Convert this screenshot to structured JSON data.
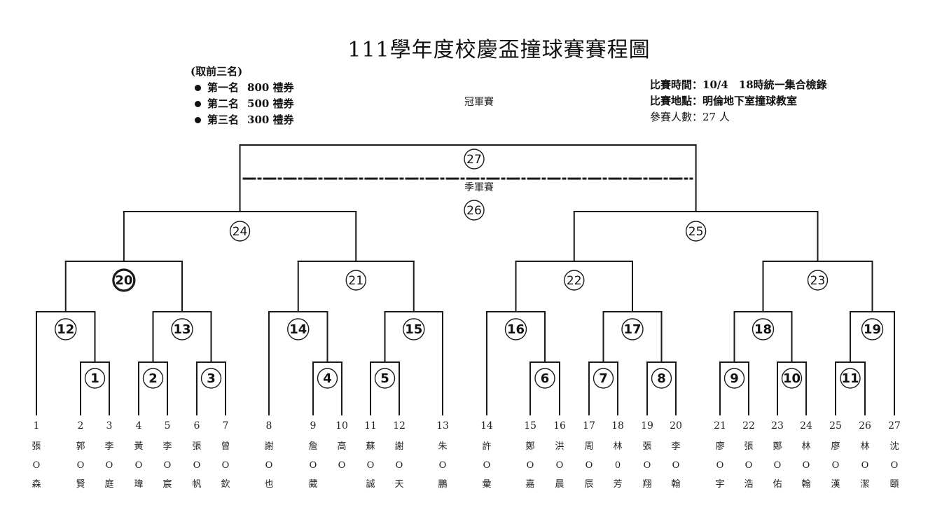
{
  "title": "111學年度校慶盃撞球賽賽程圖",
  "prizes": {
    "note": "(取前三名)",
    "items": [
      {
        "rank": "第一名",
        "amount": "800 禮券"
      },
      {
        "rank": "第二名",
        "amount": "500 禮券"
      },
      {
        "rank": "第三名",
        "amount": "300 禮券"
      }
    ]
  },
  "info": {
    "time_label": "比賽時間：10/4　18時統一集合檢錄",
    "place_label": "比賽地點：明倫地下室撞球教室",
    "count_label": "參賽人數：27 人"
  },
  "labels": {
    "final": "冠軍賽",
    "third_place": "季軍賽"
  },
  "matches": [
    "1",
    "2",
    "3",
    "4",
    "5",
    "6",
    "7",
    "8",
    "9",
    "10",
    "11",
    "12",
    "13",
    "14",
    "15",
    "16",
    "17",
    "18",
    "19",
    "20",
    "21",
    "22",
    "23",
    "24",
    "25",
    "26",
    "27"
  ],
  "players": [
    {
      "seed": "1",
      "name": [
        "張",
        "O",
        "森"
      ]
    },
    {
      "seed": "2",
      "name": [
        "郭",
        "O",
        "賢"
      ]
    },
    {
      "seed": "3",
      "name": [
        "李",
        "O",
        "庭"
      ]
    },
    {
      "seed": "4",
      "name": [
        "黃",
        "O",
        "瑋"
      ]
    },
    {
      "seed": "5",
      "name": [
        "李",
        "O",
        "宸"
      ]
    },
    {
      "seed": "6",
      "name": [
        "張",
        "O",
        "帆"
      ]
    },
    {
      "seed": "7",
      "name": [
        "曾",
        "O",
        "欽"
      ]
    },
    {
      "seed": "8",
      "name": [
        "謝",
        "O",
        "也"
      ]
    },
    {
      "seed": "9",
      "name": [
        "詹",
        "O",
        "葳"
      ]
    },
    {
      "seed": "10",
      "name": [
        "高",
        "O",
        ""
      ]
    },
    {
      "seed": "11",
      "name": [
        "蘇",
        "O",
        "誠"
      ]
    },
    {
      "seed": "12",
      "name": [
        "謝",
        "O",
        "天"
      ]
    },
    {
      "seed": "13",
      "name": [
        "朱",
        "O",
        "鵬"
      ]
    },
    {
      "seed": "14",
      "name": [
        "許",
        "O",
        "彙"
      ]
    },
    {
      "seed": "15",
      "name": [
        "鄭",
        "O",
        "嘉"
      ]
    },
    {
      "seed": "16",
      "name": [
        "洪",
        "O",
        "晨"
      ]
    },
    {
      "seed": "17",
      "name": [
        "周",
        "O",
        "辰"
      ]
    },
    {
      "seed": "18",
      "name": [
        "林",
        "0",
        "芳"
      ]
    },
    {
      "seed": "19",
      "name": [
        "張",
        "O",
        "翔"
      ]
    },
    {
      "seed": "20",
      "name": [
        "李",
        "O",
        "翰"
      ]
    },
    {
      "seed": "21",
      "name": [
        "廖",
        "O",
        "宇"
      ]
    },
    {
      "seed": "22",
      "name": [
        "張",
        "O",
        "浩"
      ]
    },
    {
      "seed": "23",
      "name": [
        "鄭",
        "O",
        "佑"
      ]
    },
    {
      "seed": "24",
      "name": [
        "林",
        "O",
        "翰"
      ]
    },
    {
      "seed": "25",
      "name": [
        "廖",
        "O",
        "漢"
      ]
    },
    {
      "seed": "26",
      "name": [
        "林",
        "O",
        "潔"
      ]
    },
    {
      "seed": "27",
      "name": [
        "沈",
        "O",
        "頤"
      ]
    }
  ]
}
